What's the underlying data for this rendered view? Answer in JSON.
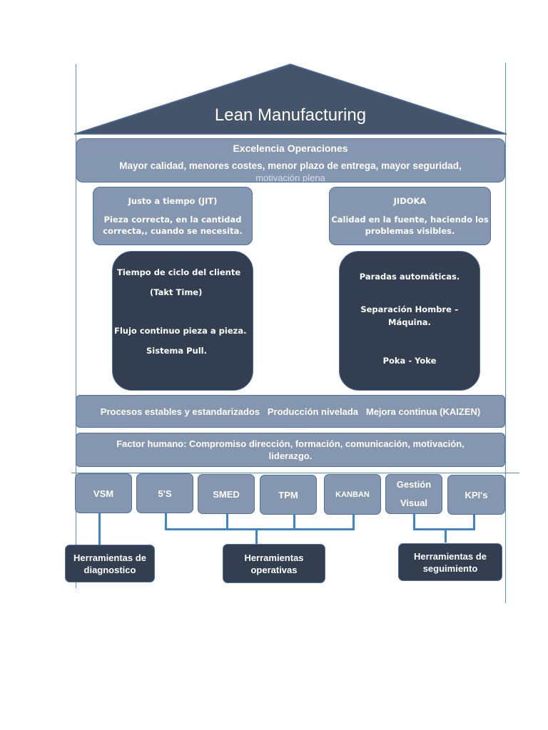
{
  "roof": {
    "title": "Lean Manufacturing"
  },
  "excellence": {
    "title": "Excelencia Operaciones",
    "subtitle": "Mayor calidad, menores costes, menor plazo de entrega, mayor seguridad,",
    "subtitle_cut": "motivación plena"
  },
  "jit": {
    "title": "Justo a tiempo (JIT)",
    "desc_line1": "Pieza correcta, en la cantidad",
    "desc_line2": "correcta,, cuando se necesita.",
    "pillar": {
      "line1": "Tiempo de ciclo del cliente",
      "line2": "(Takt Time)",
      "line3": "Flujo continuo pieza a pieza.",
      "line4": "Sistema Pull."
    }
  },
  "jidoka": {
    "title": "JIDOKA",
    "desc_line1": "Calidad en la fuente, haciendo los",
    "desc_line2": "problemas visibles.",
    "pillar": {
      "line1": "Paradas automáticas.",
      "line2": "Separación Hombre –",
      "line3": "Máquina.",
      "line4": "Poka - Yoke"
    }
  },
  "base1": {
    "text": "Procesos estables y estandarizados   Producción nivelada   Mejora continua (KAIZEN)"
  },
  "base2": {
    "line1": "Factor humano: Compromiso dirección, formación, comunicación, motivación,",
    "line2": "liderazgo."
  },
  "tools": [
    {
      "label": "VSM"
    },
    {
      "label": "5'S"
    },
    {
      "label": "SMED"
    },
    {
      "label": "TPM"
    },
    {
      "label": "KANBAN"
    },
    {
      "label": "Gestión",
      "label2": "Visual"
    },
    {
      "label": "KPI's"
    }
  ],
  "categories": [
    {
      "line1": "Herramientas de",
      "line2": "diagnostico"
    },
    {
      "line1": "Herramientas",
      "line2": "operativas"
    },
    {
      "line1": "Herramientas de",
      "line2": "seguimiento"
    }
  ],
  "colors": {
    "roof": "#44546a",
    "light_box": "#8496b0",
    "dark_box": "#333f50",
    "line": "#5b8fc9",
    "connector": "#3e86cc"
  }
}
